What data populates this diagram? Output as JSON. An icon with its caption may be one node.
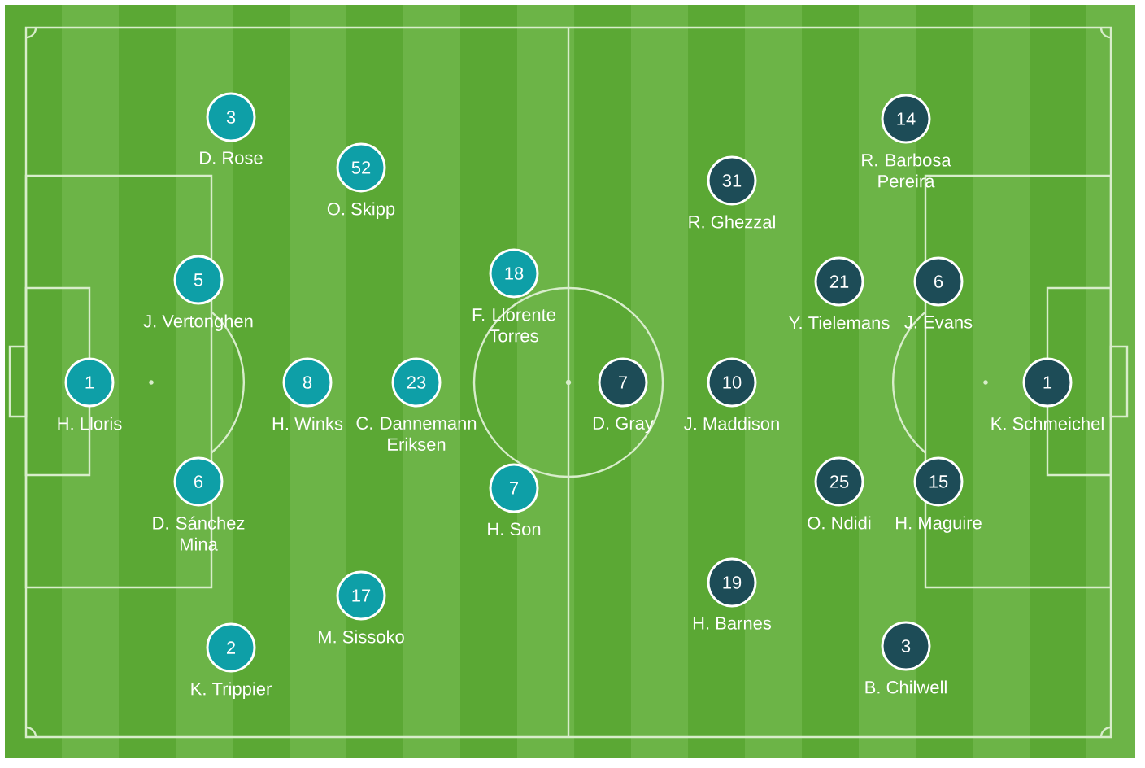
{
  "diagram": {
    "nodes": [
      {
        "text": [
          "1"
        ],
        "beside": [
          "H. Lloris"
        ]
      },
      {
        "text": [
          "3"
        ],
        "beside": [
          "D. Rose"
        ]
      },
      {
        "text": [
          "5"
        ],
        "beside": [
          "J. Vertonghen"
        ]
      },
      {
        "text": [
          "6"
        ],
        "beside": [
          "D. Sánchez Mina"
        ]
      },
      {
        "text": [
          "2"
        ],
        "beside": [
          "K. Trippier"
        ]
      },
      {
        "text": [
          "52"
        ],
        "beside": [
          "O. Skipp"
        ]
      },
      {
        "text": [
          "8"
        ],
        "beside": [
          "H. Winks"
        ]
      },
      {
        "text": [
          "23"
        ],
        "beside": [
          "C. Dannemann Eriksen"
        ]
      },
      {
        "text": [
          "17"
        ],
        "beside": [
          "M. Sissoko"
        ]
      },
      {
        "text": [
          "18"
        ],
        "beside": [
          "F. Llorente Torres"
        ]
      },
      {
        "text": [
          "7"
        ],
        "beside": [
          "H. Son"
        ]
      },
      {
        "text": [
          "7"
        ],
        "beside": [
          "D. Gray"
        ]
      },
      {
        "text": [
          "31"
        ],
        "beside": [
          "R. Ghezzal"
        ]
      },
      {
        "text": [
          "10"
        ],
        "beside": [
          "J. Maddison"
        ]
      },
      {
        "text": [
          "19"
        ],
        "beside": [
          "H. Barnes"
        ]
      },
      {
        "text": [
          "14"
        ],
        "beside": [
          "R. Barbosa Pereira"
        ]
      },
      {
        "text": [
          "21"
        ],
        "beside": [
          "Y. Tielemans"
        ]
      },
      {
        "text": [
          "25"
        ],
        "beside": [
          "O. Ndidi"
        ]
      },
      {
        "text": [
          "6"
        ],
        "beside": [
          "J. Evans"
        ]
      },
      {
        "text": [
          "15"
        ],
        "beside": [
          "H. Maguire"
        ]
      },
      {
        "text": [
          "3"
        ],
        "beside": [
          "B. Chilwell"
        ]
      },
      {
        "text": [
          "1"
        ],
        "beside": [
          "K. Schmeichel"
        ]
      }
    ]
  }
}
